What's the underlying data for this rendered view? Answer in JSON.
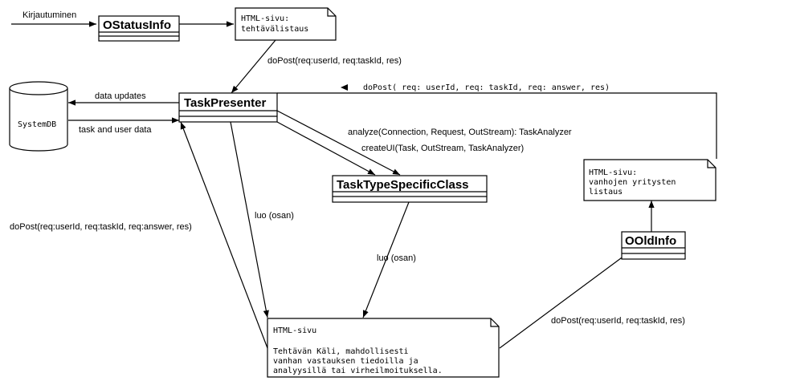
{
  "classes": {
    "ostatusinfo": "OStatusInfo",
    "taskpresenter": "TaskPresenter",
    "tasktypespecific": "TaskTypeSpecificClass",
    "ooldinfo": "OOldInfo"
  },
  "database": {
    "name": "SystemDB"
  },
  "notes": {
    "tehtavalistaus": [
      "HTML-sivu:",
      "tehtävälistaus"
    ],
    "vanhojen": [
      "HTML-sivu:",
      "vanhojen yritysten",
      "listaus"
    ],
    "tehtavan": [
      "HTML-sivu",
      "",
      "Tehtävän Käli, mahdollisesti",
      "vanhan vastauksen tiedoilla ja",
      "analyysillä tai virheilmoituksella."
    ]
  },
  "edges": {
    "kirjautuminen": "Kirjautuminen",
    "dopost_status": "doPost(req:userId, req:taskId, res)",
    "dopost_old_return": "doPost( req: userId,  req: taskId,  req: answer,  res)",
    "data_updates": "data updates",
    "task_user_data": "task and user data",
    "analyze": "analyze(Connection, Request, OutStream): TaskAnalyzer",
    "createui": "createUI(Task, OutStream, TaskAnalyzer)",
    "luo_presenter": "luo (osan)",
    "luo_specific": "luo (osan)",
    "dopost_answer": "doPost(req:userId, req:taskId, req:answer, res)",
    "dopost_old": "doPost(req:userId, req:taskId, res)"
  }
}
